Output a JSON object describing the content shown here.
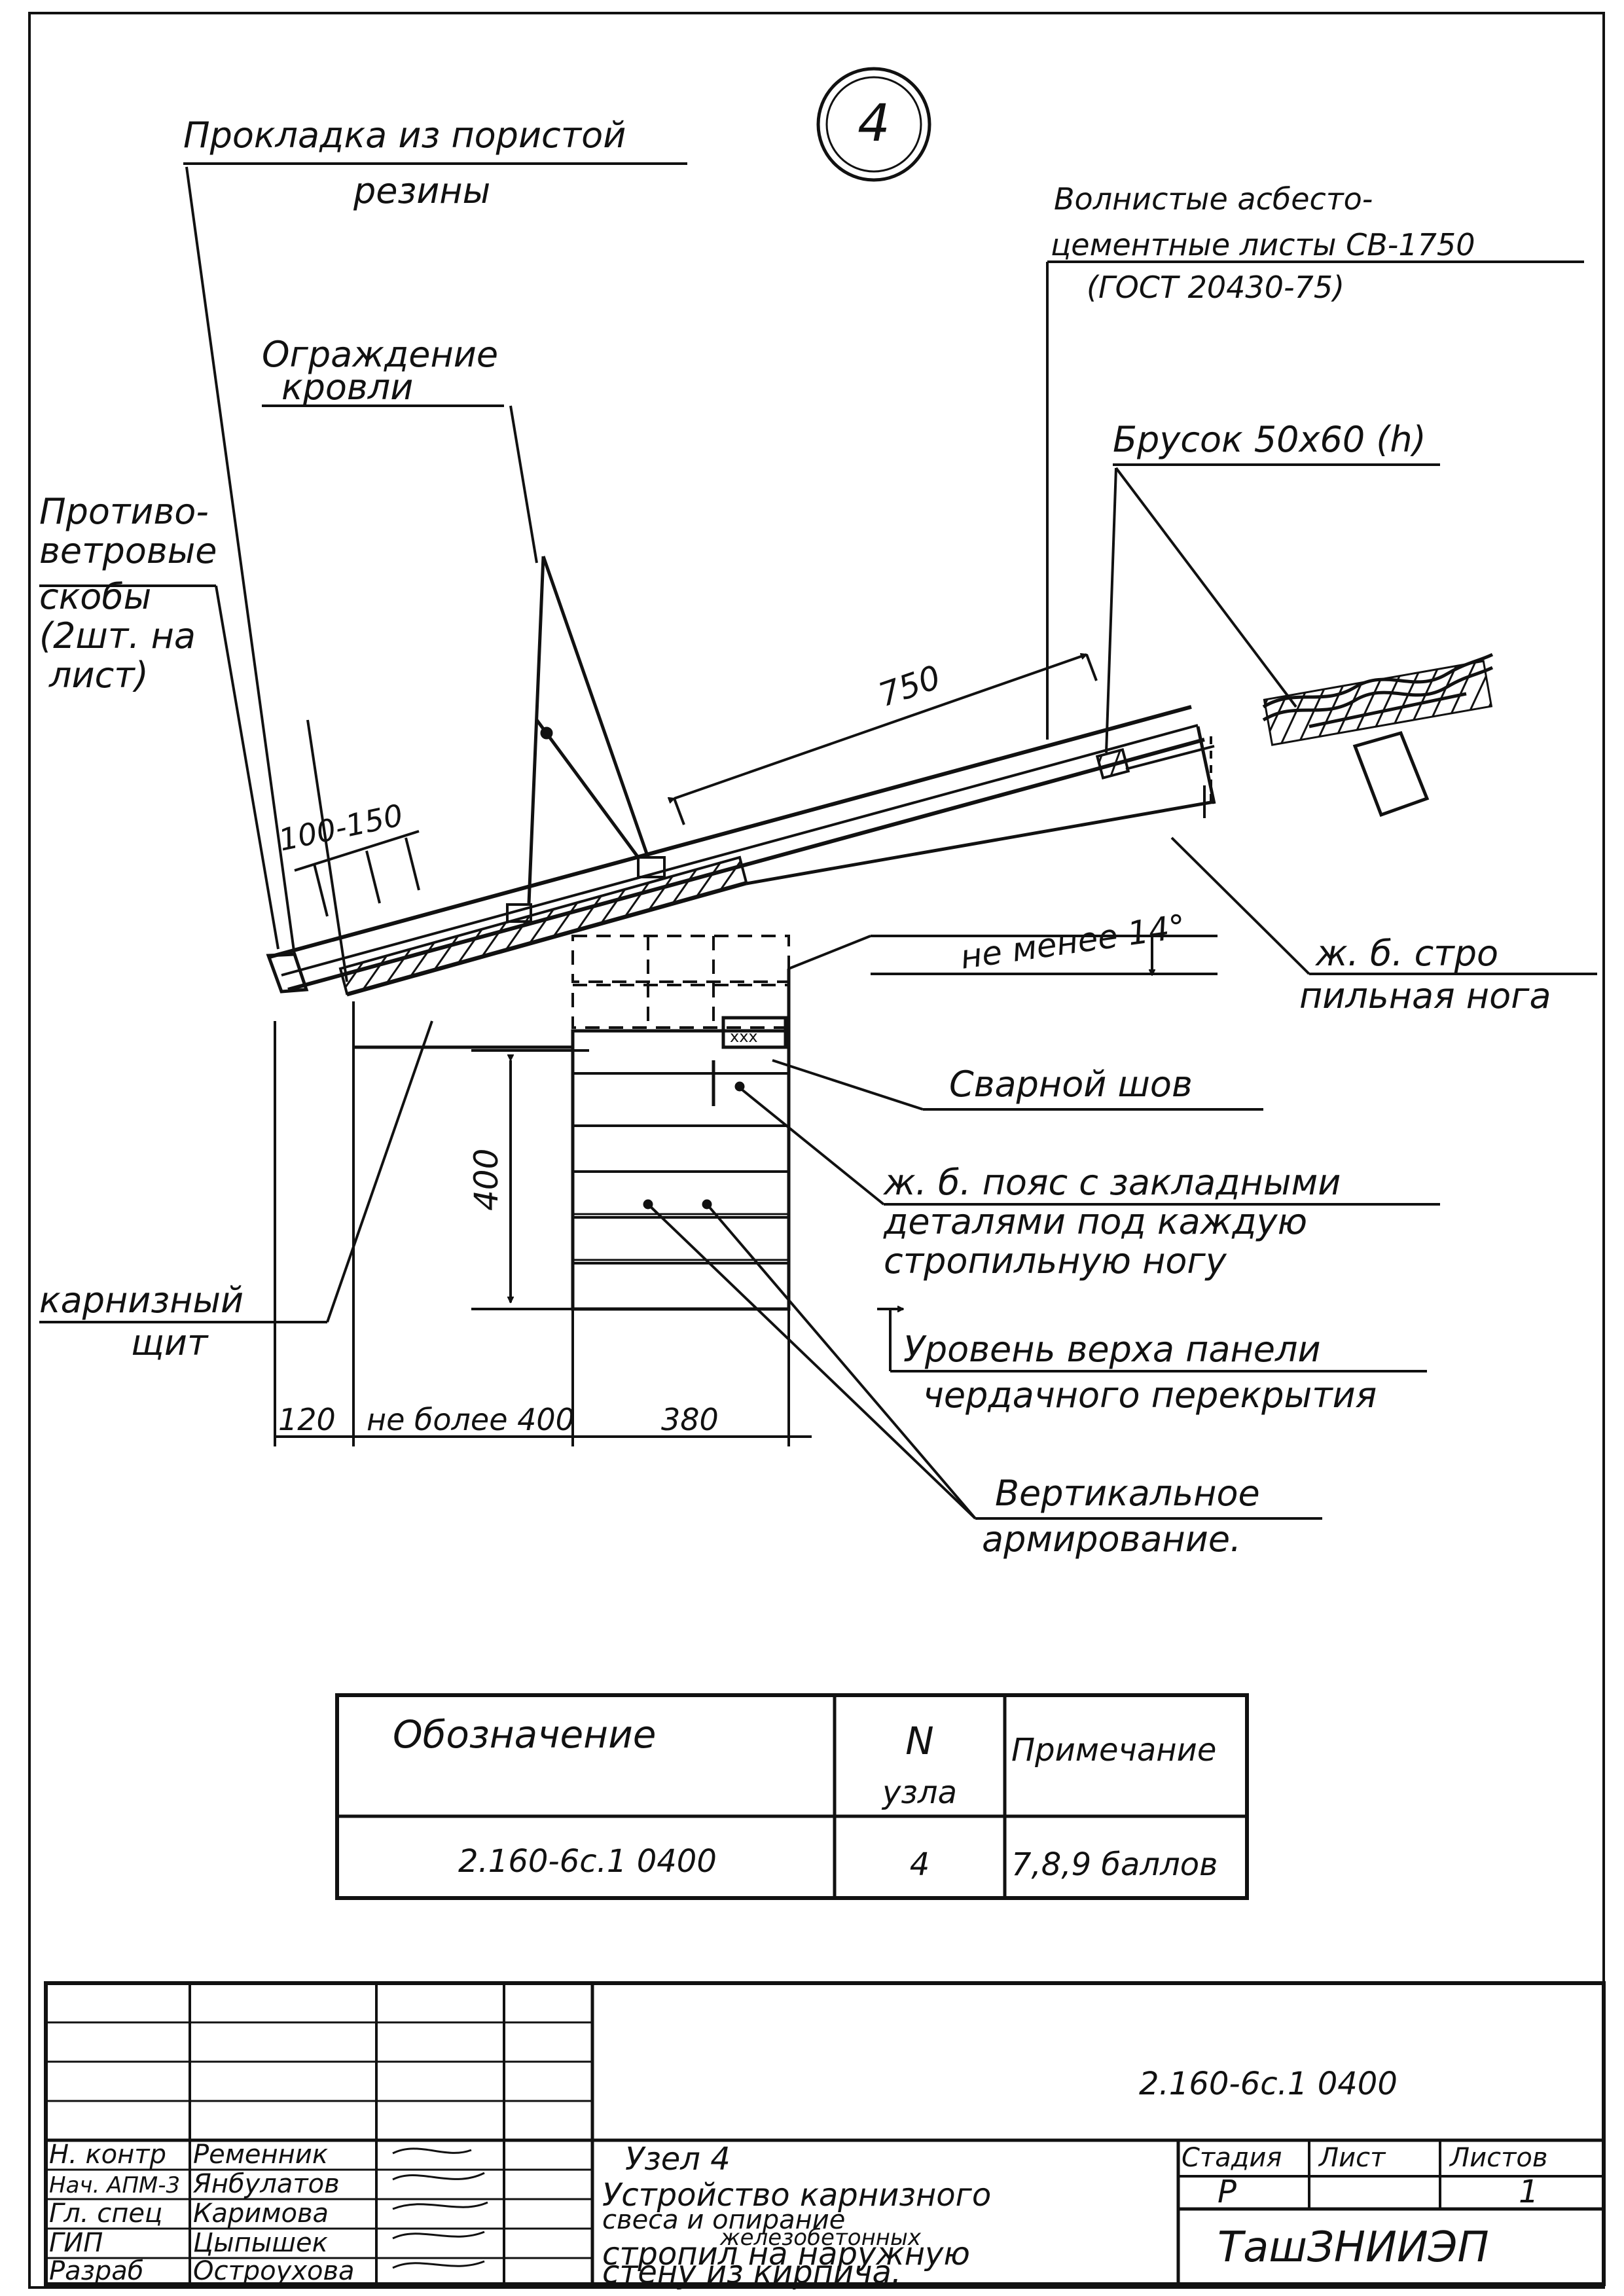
{
  "node_number": "4",
  "labels": {
    "gasket_1": "Прокладка из пористой",
    "gasket_2": "резины",
    "sheets_1": "Волнистые асбесто-",
    "sheets_2": "цементные листы СВ-1750",
    "sheets_3": "(ГОСТ 20430-75)",
    "railing_1": "Ограждение",
    "railing_2": "кровли",
    "bar": "Брусок 50х60 (h)",
    "clips_1": "Противо-",
    "clips_2": "ветровые",
    "clips_3": "скобы",
    "clips_4": "(2шт. на",
    "clips_5": "лист)",
    "rafter_1": "ж. б. стро",
    "rafter_2": "пильная нога",
    "weld": "Сварной шов",
    "belt_1": "ж. б. пояс с закладными",
    "belt_2": "деталями под каждую",
    "belt_3": "стропильную ногу",
    "cornice_1": "карнизный",
    "cornice_2": "щит",
    "level_1": "Уровень верха панели",
    "level_2": "чердачного перекрытия",
    "vert_1": "Вертикальное",
    "vert_2": "армирование."
  },
  "dimensions": {
    "d750": "750",
    "d100_150": "100-150",
    "angle": "не менее 14°",
    "d400": "400",
    "d120": "120",
    "d_max400": "не более 400",
    "d380": "380"
  },
  "spec_table": {
    "headers": [
      "Обозначение",
      "N узла",
      "Примечание"
    ],
    "rows": [
      [
        "2.160-6с.1 0400",
        "4",
        "7,8,9 баллов"
      ]
    ]
  },
  "title_block": {
    "doc_code": "2.160-6с.1 0400",
    "people": [
      {
        "role": "Н. контр",
        "name": "Ременник"
      },
      {
        "role": "Нач. АПМ-3",
        "name": "Янбулатов"
      },
      {
        "role": "Гл. спец",
        "name": "Каримова"
      },
      {
        "role": "ГИП",
        "name": "Цыпышек"
      },
      {
        "role": "Разраб",
        "name": "Остроухова"
      }
    ],
    "title_1": "Узел 4",
    "title_2": "Устройство карнизного",
    "title_3": "свеса и опирание",
    "title_4": "железобетонных",
    "title_5": "стропил на наружную",
    "title_6": "стену из кирпича.",
    "stage_label": "Стадия",
    "sheet_label": "Лист",
    "sheets_label": "Листов",
    "stage": "Р",
    "sheets": "1",
    "org": "ТашЗНИИЭП"
  }
}
